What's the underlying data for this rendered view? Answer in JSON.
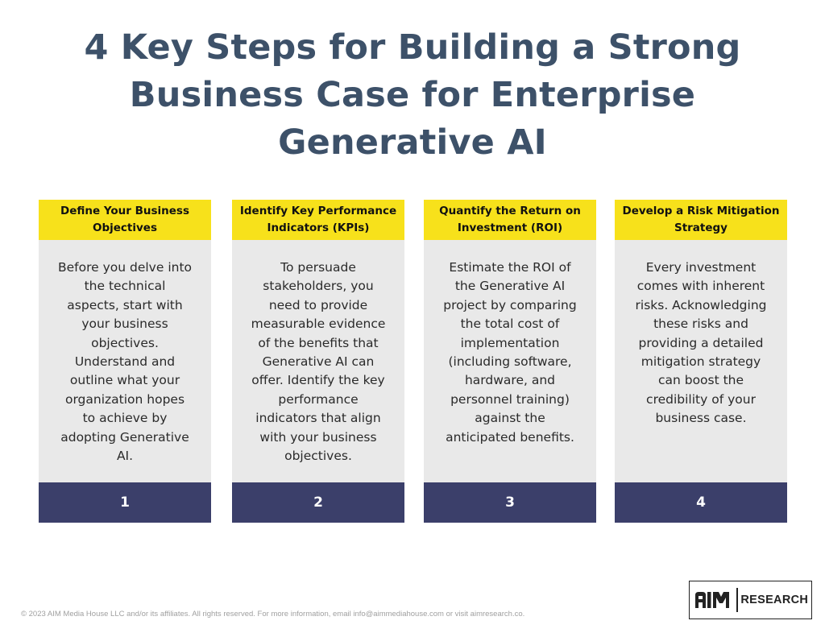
{
  "header": {
    "title_line1": "4 Key Steps for Building a Strong",
    "title_line2": "Business Case for Enterprise",
    "title_line3": "Generative AI"
  },
  "steps": [
    {
      "title_line1": "Define Your Business",
      "title_line2": "Objectives",
      "body": [
        "Before you delve into",
        "the technical",
        "aspects, start with",
        "your business",
        "objectives.",
        "Understand and",
        "outline what your",
        "organization hopes",
        "to achieve by",
        "adopting Generative",
        "AI."
      ],
      "number": "1"
    },
    {
      "title_line1": "Identify Key Performance",
      "title_line2": "Indicators (KPIs)",
      "body": [
        "To persuade",
        "stakeholders, you",
        "need to provide",
        "measurable evidence",
        "of the benefits that",
        "Generative AI can",
        "offer. Identify the key",
        "performance",
        "indicators that align",
        "with your business",
        "objectives."
      ],
      "number": "2"
    },
    {
      "title_line1": "Quantify the Return on",
      "title_line2": "Investment (ROI)",
      "body": [
        "Estimate the ROI of",
        "the Generative AI",
        "project by comparing",
        "the total cost of",
        "implementation",
        "(including software,",
        "hardware, and",
        "personnel training)",
        "against the",
        "anticipated benefits."
      ],
      "number": "3"
    },
    {
      "title_line1": "Develop a Risk Mitigation",
      "title_line2": "Strategy",
      "body": [
        "Every investment",
        "comes with inherent",
        "risks. Acknowledging",
        "these risks and",
        "providing a detailed",
        "mitigation strategy",
        "can boost the",
        "credibility of your",
        "business case."
      ],
      "number": "4"
    }
  ],
  "footer": {
    "copyright": "© 2023 AIM Media House LLC and/or its affiliates. All rights reserved. For more information, email info@aimmediahouse.com or visit aimresearch.co."
  },
  "logo": {
    "mark": "AIM",
    "text": "RESEARCH"
  },
  "colors": {
    "title": "#3d5169",
    "header_bg": "#f7e11b",
    "body_bg": "#e9e9e9",
    "footer_bg": "#3b3f6a"
  }
}
